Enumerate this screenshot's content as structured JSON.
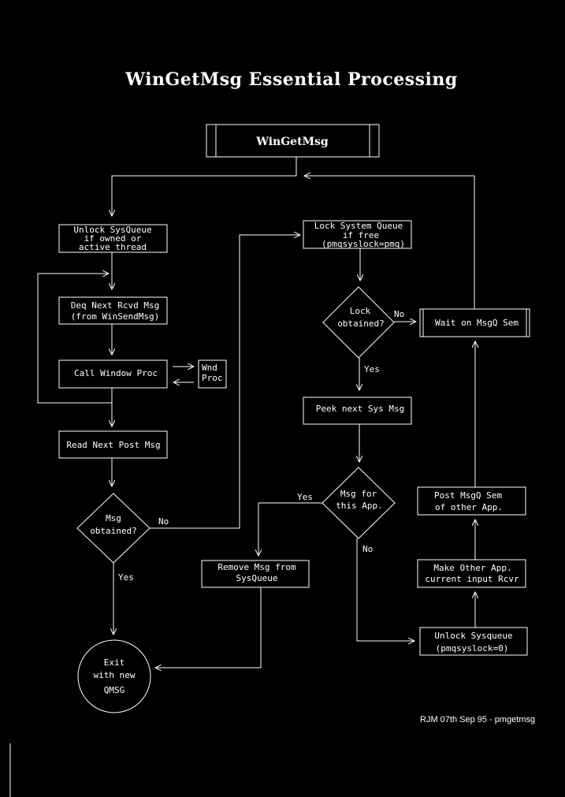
{
  "title": "WinGetMsg Essential Processing",
  "start_label": "WinGetMsg",
  "nodes": {
    "unlock_sysqueue": [
      "Unlock SysQueue",
      "if owned or",
      "active thread"
    ],
    "deq_next": [
      "Deq Next Rcvd Msg",
      "(from WinSendMsg)"
    ],
    "call_window_proc": "Call Window Proc",
    "wnd_proc": [
      "Wnd",
      "Proc"
    ],
    "read_next_post": "Read Next Post Msg",
    "msg_obtained": [
      "Msg",
      "obtained?"
    ],
    "exit": [
      "Exit",
      "with new",
      "QMSG"
    ],
    "lock_system_queue": [
      "Lock System Queue",
      "if free",
      "(pmqsyslock=pmq)"
    ],
    "lock_obtained": [
      "Lock",
      "obtained?"
    ],
    "wait_msgq": "Wait on MsgQ Sem",
    "peek_next": "Peek next Sys Msg",
    "msg_for_app": [
      "Msg for",
      "this App."
    ],
    "remove_msg": [
      "Remove Msg from",
      "SysQueue"
    ],
    "post_msgq": [
      "Post MsgQ Sem",
      "of other App."
    ],
    "make_other": [
      "Make Other App.",
      "current input Rcvr"
    ],
    "unlock_sysqueue2": [
      "Unlock Sysqueue",
      "(pmqsyslock=0)"
    ]
  },
  "edge_labels": {
    "no1": "No",
    "yes1": "Yes",
    "no2": "No",
    "yes2": "Yes",
    "yes3": "Yes",
    "no3": "No"
  },
  "credit": "RJM 07th Sep 95 - pmgetmsg"
}
